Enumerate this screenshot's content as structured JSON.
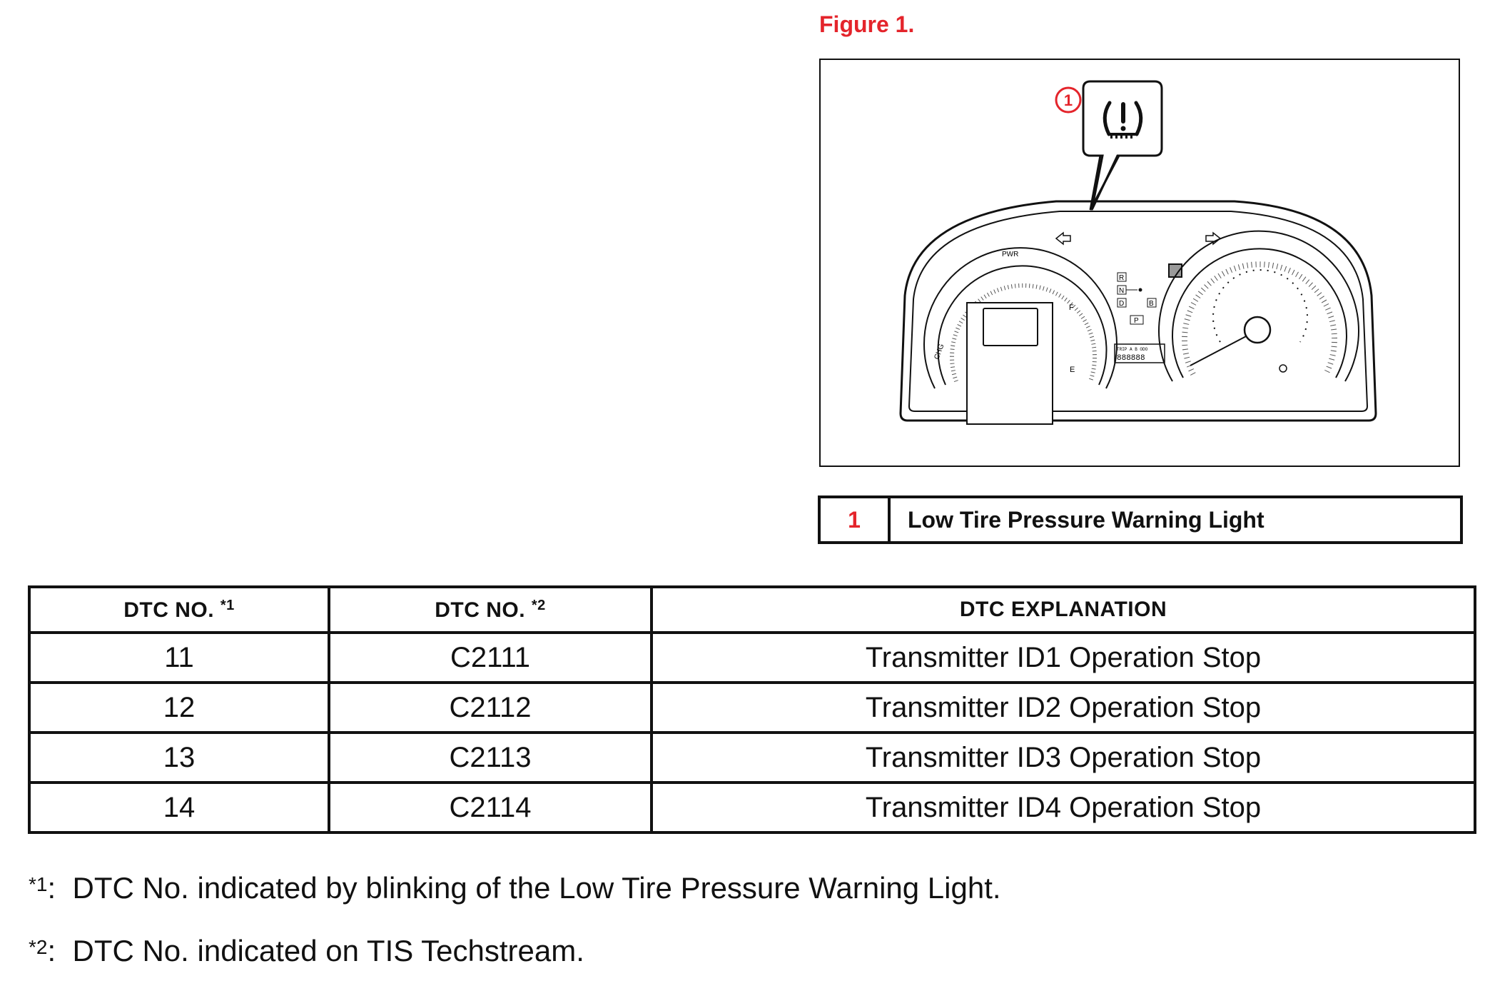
{
  "figure": {
    "title": "Figure 1.",
    "callout_number": "1",
    "cluster_labels": {
      "power_gauge": "PWR",
      "charge_gauge": "CHG",
      "fuel_full": "F",
      "fuel_empty": "E",
      "gear_r": "R",
      "gear_n": "N",
      "gear_d": "D",
      "gear_b": "B",
      "gear_p": "P",
      "odometer_caption": "TRIP A B ODO",
      "odometer_digits": "888888"
    }
  },
  "legend": {
    "number": "1",
    "label": "Low Tire Pressure Warning Light"
  },
  "table": {
    "headers": [
      {
        "label": "DTC NO.",
        "mark": "*1"
      },
      {
        "label": "DTC NO.",
        "mark": "*2"
      },
      {
        "label": "DTC EXPLANATION",
        "mark": ""
      }
    ],
    "rows": [
      [
        "11",
        "C2111",
        "Transmitter ID1 Operation Stop"
      ],
      [
        "12",
        "C2112",
        "Transmitter ID2 Operation Stop"
      ],
      [
        "13",
        "C2113",
        "Transmitter ID3 Operation Stop"
      ],
      [
        "14",
        "C2114",
        "Transmitter ID4 Operation Stop"
      ]
    ]
  },
  "notes": [
    {
      "mark": "*1",
      "text": "DTC No. indicated by blinking of the Low Tire Pressure Warning Light."
    },
    {
      "mark": "*2",
      "text": "DTC No. indicated on TIS Techstream."
    }
  ],
  "colors": {
    "accent_red": "#e4242b",
    "line": "#111111",
    "warning_square": "#9a9a9a"
  },
  "icons": [
    "tire-pressure-warning-icon",
    "left-turn-arrow-icon",
    "right-turn-arrow-icon"
  ]
}
